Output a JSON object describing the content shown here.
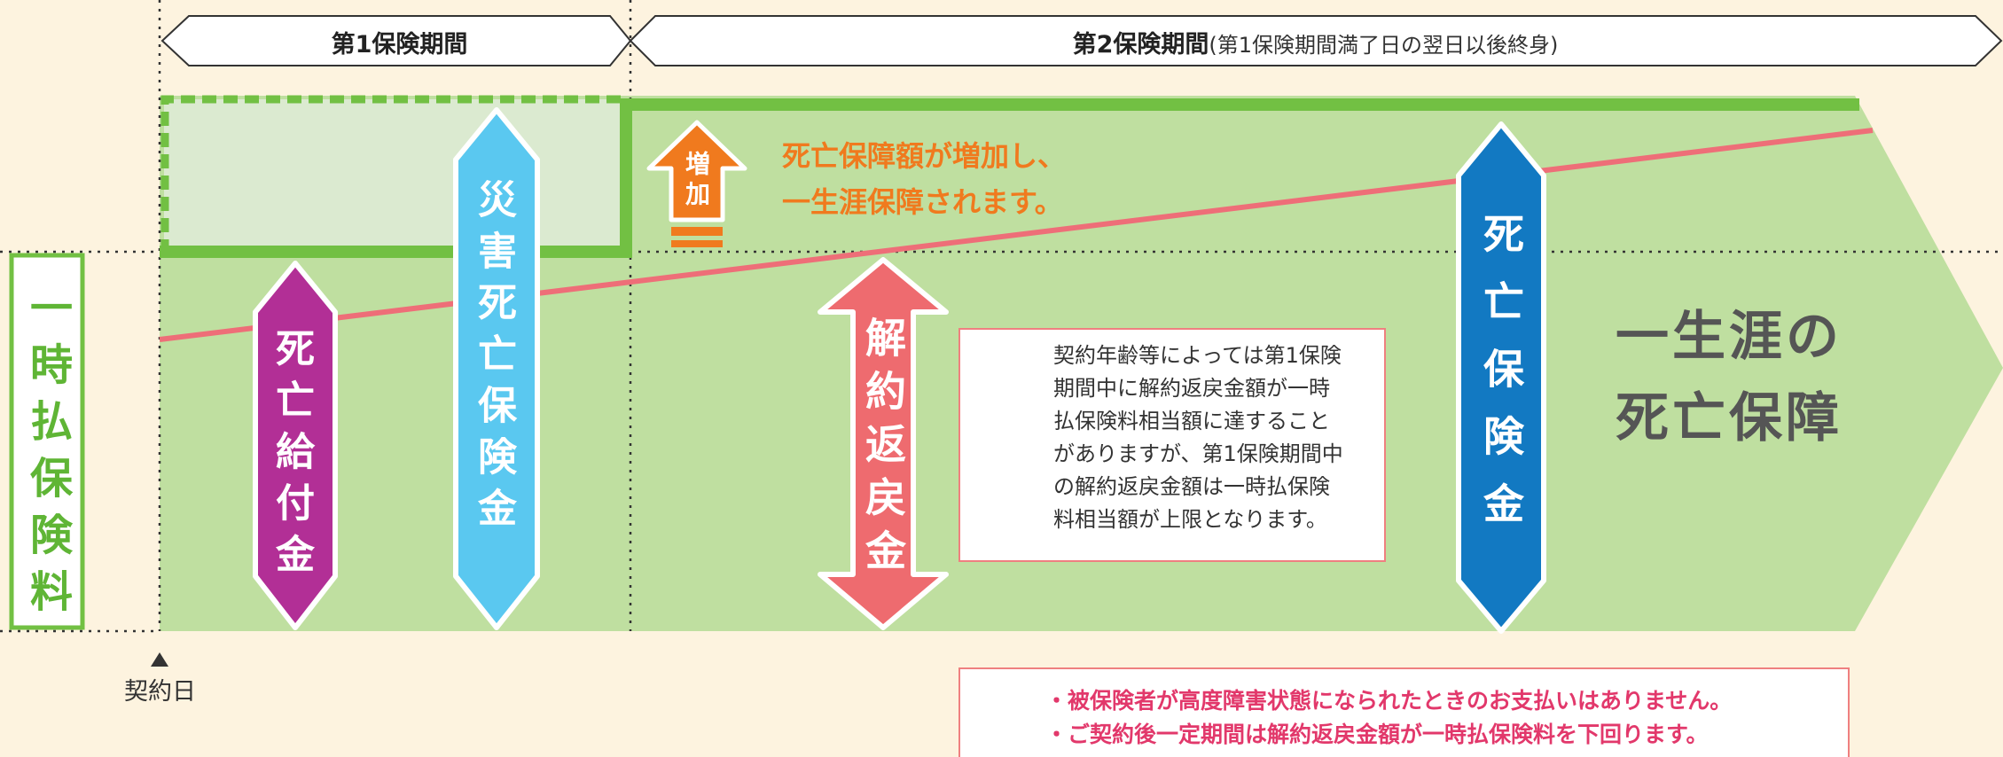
{
  "periods": {
    "first_label": "第1保険期間",
    "second_label": "第2保険期間",
    "second_note": "(第1保険期間満了日の翌日以後終身)"
  },
  "premium_label": "一時払保険料",
  "contract_day_label": "契約日",
  "benefits": {
    "death_benefit": "死亡給付金",
    "accident_death": "災害死亡保険金",
    "surrender_value": "解約返戻金",
    "death_insurance": "死亡保険金",
    "increase_badge": "増加"
  },
  "increase_message": {
    "line1": "死亡保障額が増加し、",
    "line2": "一生涯保障されます。"
  },
  "lifetime_title": {
    "line1": "一生涯の",
    "line2": "死亡保障"
  },
  "notice_box": {
    "lines": [
      "契約年齢等によっては第1保険",
      "期間中に解約返戻金額が一時",
      "払保険料相当額に達すること",
      "がありますが、第1保険期間中",
      "の解約返戻金額は一時払保険",
      "料相当額が上限となります。"
    ]
  },
  "bottom_notices": [
    "・被保険者が高度障害状態になられたときのお支払いはありません。",
    "・ご契約後一定期間は解約返戻金額が一時払保険料を下回ります。"
  ],
  "colors": {
    "background": "#fdf3df",
    "green_area": "#bfdfa0",
    "green_line": "#72c043",
    "red_line": "#ee6e78",
    "purple": "#b22f96",
    "light_blue": "#5ac8f0",
    "salmon": "#ee6b6f",
    "blue": "#1279c2",
    "orange": "#f07a1e",
    "warning_red": "#e2302f"
  }
}
